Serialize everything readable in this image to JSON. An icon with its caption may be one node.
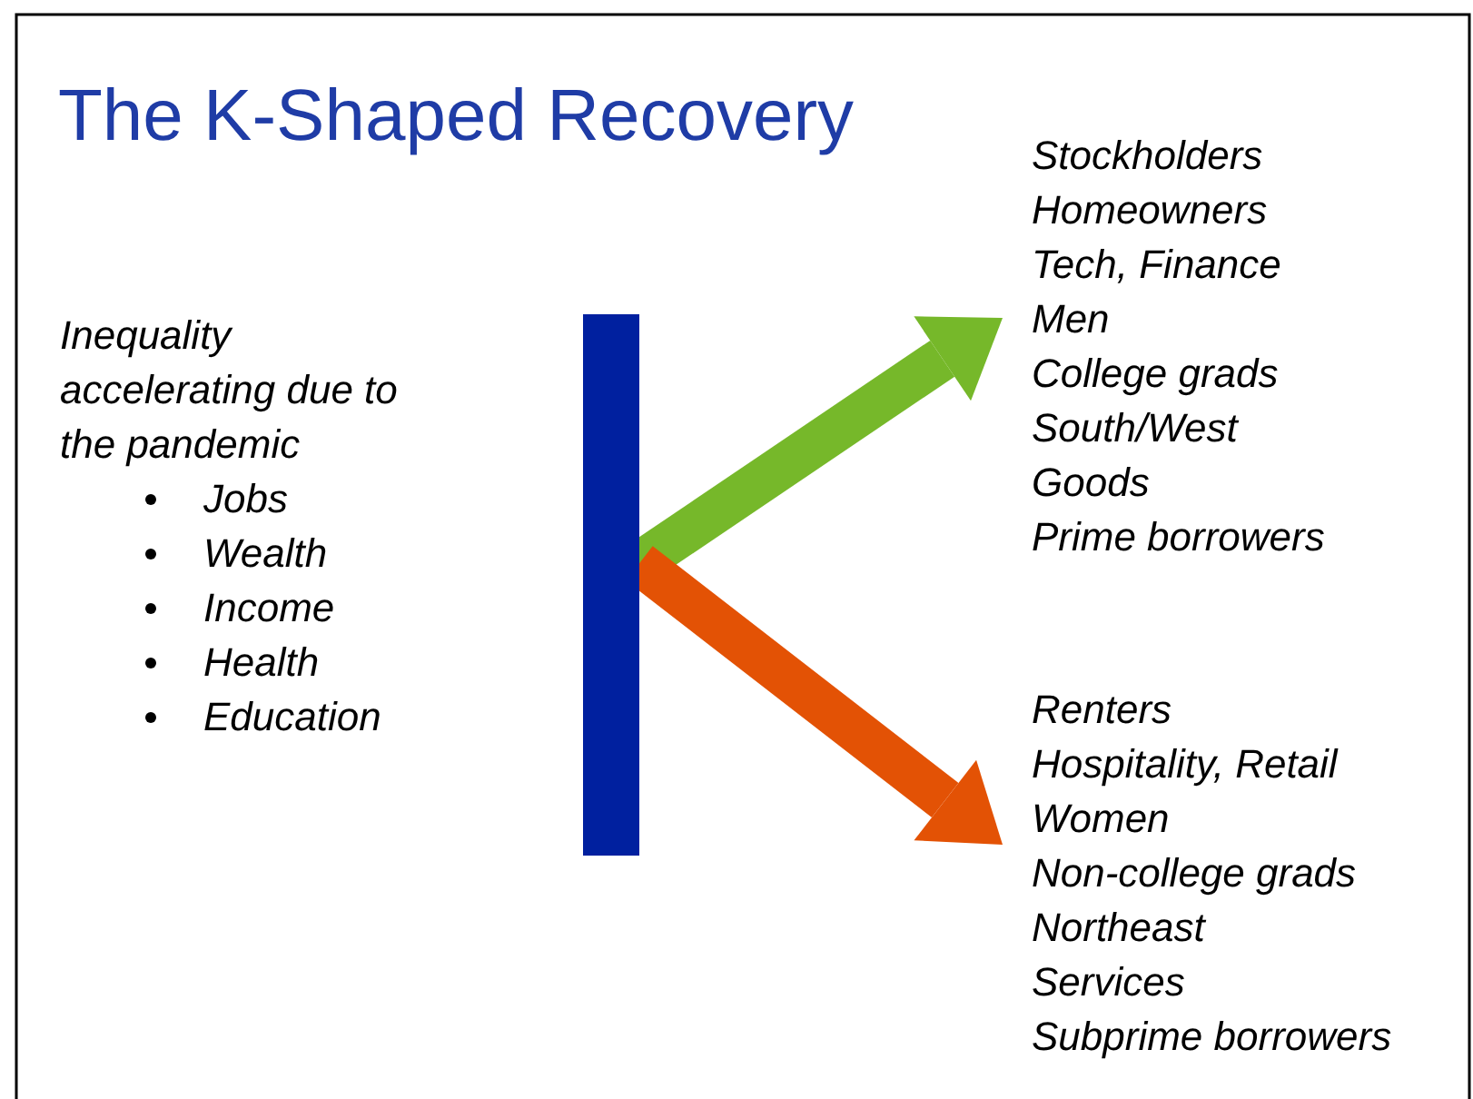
{
  "diagram": {
    "title": "The K-Shaped Recovery",
    "nodes": [
      {
        "text": [],
        "shape": "bar"
      },
      {
        "text": [
          "Stockholders",
          "Homeowners",
          "Tech, Finance",
          "Men",
          "College grads",
          "South/West",
          "Goods",
          "Prime borrowers"
        ]
      },
      {
        "text": [
          "Renters",
          "Hospitality, Retail",
          "Women",
          "Non-college grads",
          "Northeast",
          "Services",
          "Subprime borrowers"
        ]
      }
    ],
    "edges": [
      {
        "from": 0,
        "to": 1,
        "arrow": "to",
        "color": "#76b82a"
      },
      {
        "from": 0,
        "to": 2,
        "arrow": "to",
        "color": "#e35205"
      }
    ],
    "labels": [
      "Inequality accelerating due to the pandemic",
      "Jobs",
      "Wealth",
      "Income",
      "Health",
      "Education"
    ]
  }
}
